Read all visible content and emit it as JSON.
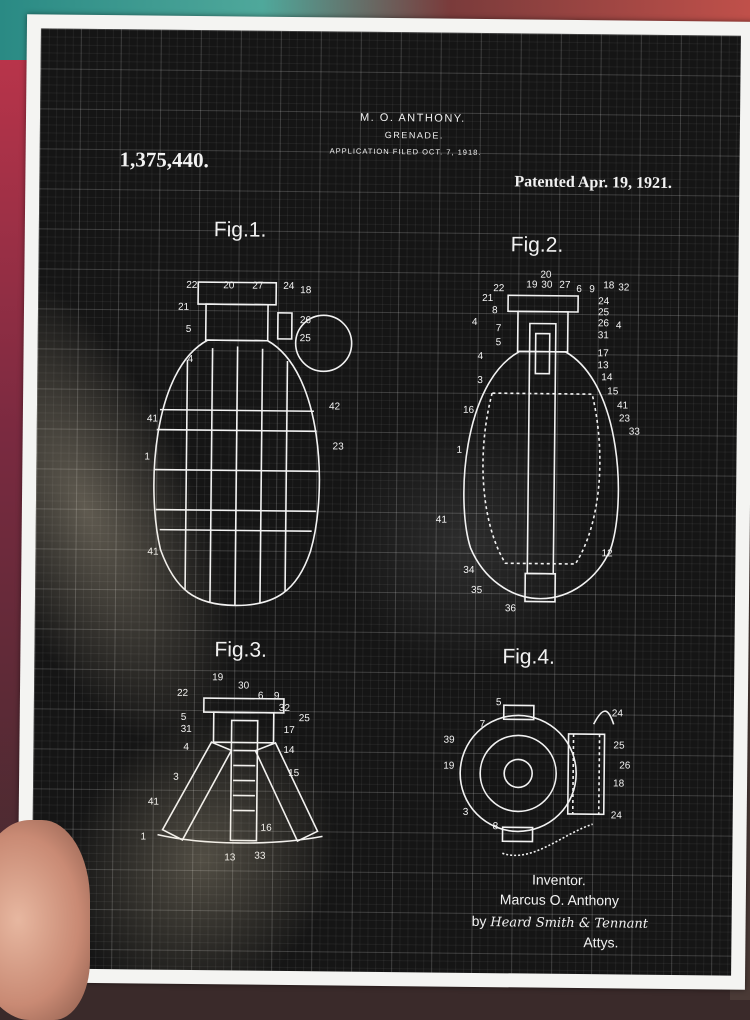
{
  "patent": {
    "inventor_header": "M. O. ANTHONY.",
    "title": "GRENADE.",
    "filed": "APPLICATION FILED OCT. 7, 1918.",
    "number": "1,375,440.",
    "patented": "Patented Apr. 19, 1921."
  },
  "figures": {
    "fig1": "Fig.1.",
    "fig2": "Fig.2.",
    "fig3": "Fig.3.",
    "fig4": "Fig.4."
  },
  "labels": {
    "fig1": [
      "22",
      "20",
      "27",
      "24",
      "18",
      "21",
      "5",
      "26",
      "25",
      "4",
      "42",
      "41",
      "1",
      "23",
      "41"
    ],
    "fig2": [
      "20",
      "19",
      "30",
      "27",
      "6",
      "9",
      "18",
      "32",
      "22",
      "21",
      "8",
      "24",
      "25",
      "26",
      "4",
      "7",
      "31",
      "4",
      "5",
      "17",
      "4",
      "13",
      "3",
      "14",
      "15",
      "16",
      "41",
      "23",
      "33",
      "1",
      "41",
      "12",
      "34",
      "35",
      "36"
    ],
    "fig3": [
      "19",
      "30",
      "6",
      "9",
      "22",
      "32",
      "25",
      "5",
      "17",
      "31",
      "14",
      "4",
      "15",
      "3",
      "41",
      "16",
      "1",
      "13",
      "33"
    ],
    "fig4": [
      "5",
      "24",
      "7",
      "39",
      "25",
      "19",
      "26",
      "18",
      "3",
      "8",
      "24"
    ]
  },
  "signature": {
    "inventor_label": "Inventor.",
    "inventor_name": "Marcus O. Anthony",
    "by": "by",
    "attorneys": "Heard Smith & Tennant",
    "attys": "Attys."
  },
  "colors": {
    "ink": "#f2f2f2",
    "paper": "#151515",
    "border": "#f4f4f2"
  }
}
